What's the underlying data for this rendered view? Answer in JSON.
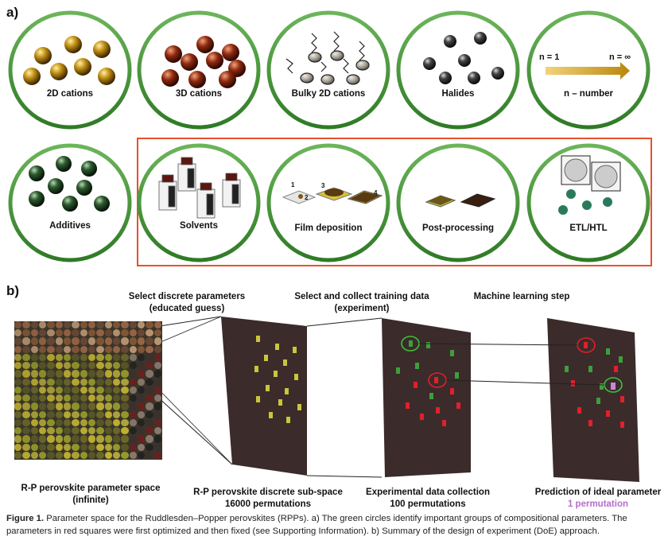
{
  "panel_a": {
    "label": "a)",
    "circles": [
      {
        "label": "2D cations"
      },
      {
        "label": "3D cations"
      },
      {
        "label": "Bulky 2D cations"
      },
      {
        "label": "Halides"
      },
      {
        "label": "n – number",
        "arrow_left": "n = 1",
        "arrow_right": "n = ∞"
      },
      {
        "label": "Additives"
      },
      {
        "label": "Solvents"
      },
      {
        "label": "Film deposition",
        "steps": [
          "1",
          "2",
          "3",
          "4"
        ]
      },
      {
        "label": "Post-processing"
      },
      {
        "label": "ETL/HTL"
      }
    ],
    "colors": {
      "circle_ring": "#4f9a3a",
      "fixed_box": "#e8502c"
    }
  },
  "panel_b": {
    "label": "b)",
    "headings": {
      "select_discrete": "Select discrete parameters\n(educated guess)",
      "collect_training": "Select and collect training data\n(experiment)",
      "ml_step": "Machine learning step"
    },
    "footers": {
      "space": "R-P perovskite parameter space\n(infinite)",
      "subspace": "R-P perovskite discrete sub-space\n16000 permutations",
      "experimental": "Experimental data collection\n100 permutations",
      "prediction": "Prediction of ideal parameter",
      "prediction_count": "1 permutation"
    },
    "colors": {
      "plane": "#3b2b2b",
      "yellow_marker": "#c9c63a",
      "green_marker": "#3f9e3a",
      "red_marker": "#e0202a",
      "prediction_text": "#b86cc9"
    }
  },
  "caption": {
    "lead": "Figure 1.",
    "text": "Parameter space for the Ruddlesden–Popper perovskites (RPPs). a) The green circles identify important groups of compositional parameters. The parameters in red squares were first optimized and then fixed (see Supporting Information). b) Summary of the design of experiment (DoE) approach."
  }
}
